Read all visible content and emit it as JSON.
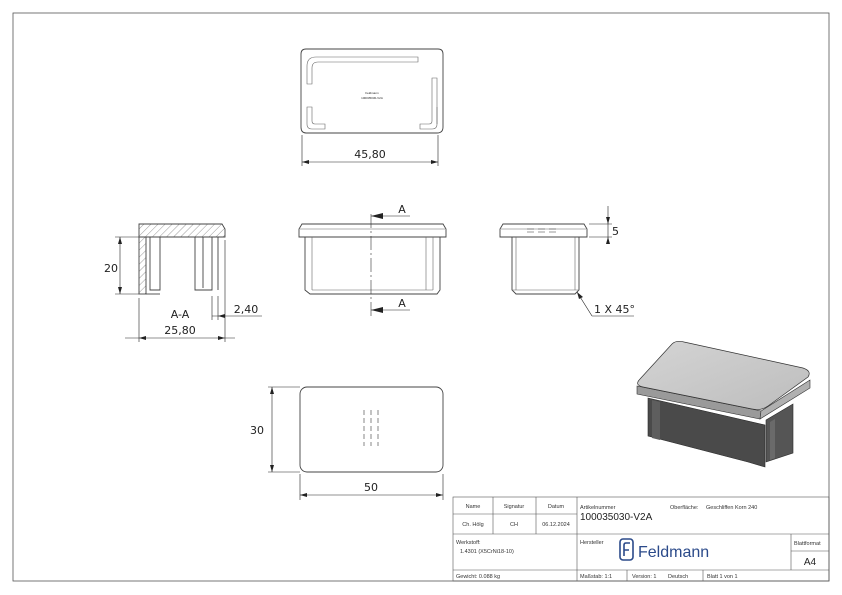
{
  "dimensions": {
    "top_width": "45,80",
    "section_height": "20",
    "section_label": "A-A",
    "section_wall": "2,40",
    "section_width": "25,80",
    "section_mark_top": "A",
    "section_mark_bottom": "A",
    "side_height": "5",
    "chamfer": "1 X 45°",
    "bottom_height": "30",
    "bottom_width": "50"
  },
  "part_marking": {
    "line1": "Feldmann",
    "line2": "100035030-V2A"
  },
  "title_block": {
    "name_label": "Name",
    "signatur_label": "Signatur",
    "datum_label": "Datum",
    "name_value": "Ch. Hölg",
    "signatur_value": "CH",
    "datum_value": "06.12.2024",
    "artikelnummer_label": "Artikelnummer",
    "artikelnummer_value": "100035030-V2A",
    "oberflaeche_label": "Oberfläche:",
    "oberflaeche_value": "Geschliffen Korn 240",
    "werkstoff_label": "Werkstoff:",
    "werkstoff_value": "1.4301 (X5CrNi18-10)",
    "hersteller_label": "Hersteller",
    "brand": "Feldmann",
    "blattformat_label": "Blattformat",
    "blattformat_value": "A4",
    "gewicht": "Gewicht: 0.088 kg",
    "massstab": "Maßstab: 1:1",
    "version": "Version: 1",
    "sprache": "Deutsch",
    "blatt": "Blatt 1 von 1"
  }
}
